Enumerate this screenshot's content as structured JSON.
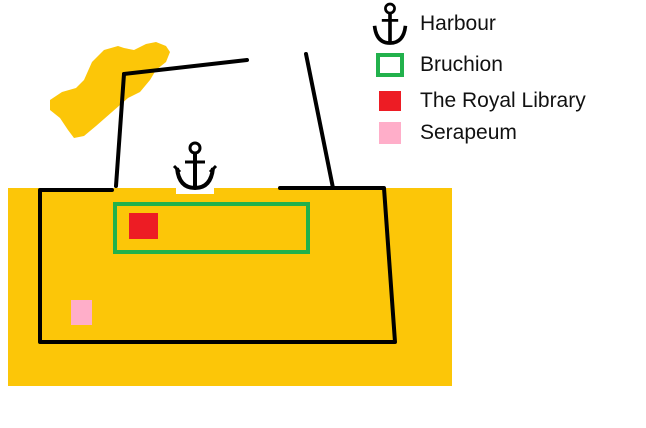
{
  "map": {
    "land_color": "#fcc608",
    "wall_color": "#000000",
    "bruchion_color": "#22b14c",
    "library_color": "#ed1c24",
    "serapeum_color": "#ffaec9",
    "icons": [
      "anchor-icon"
    ]
  },
  "legend": {
    "items": [
      {
        "icon": "anchor-icon",
        "label": "Harbour"
      },
      {
        "icon": "green-outline-square",
        "label": "Bruchion"
      },
      {
        "icon": "red-square",
        "label": "The Royal Library"
      },
      {
        "icon": "pink-square",
        "label": "Serapeum"
      }
    ]
  }
}
